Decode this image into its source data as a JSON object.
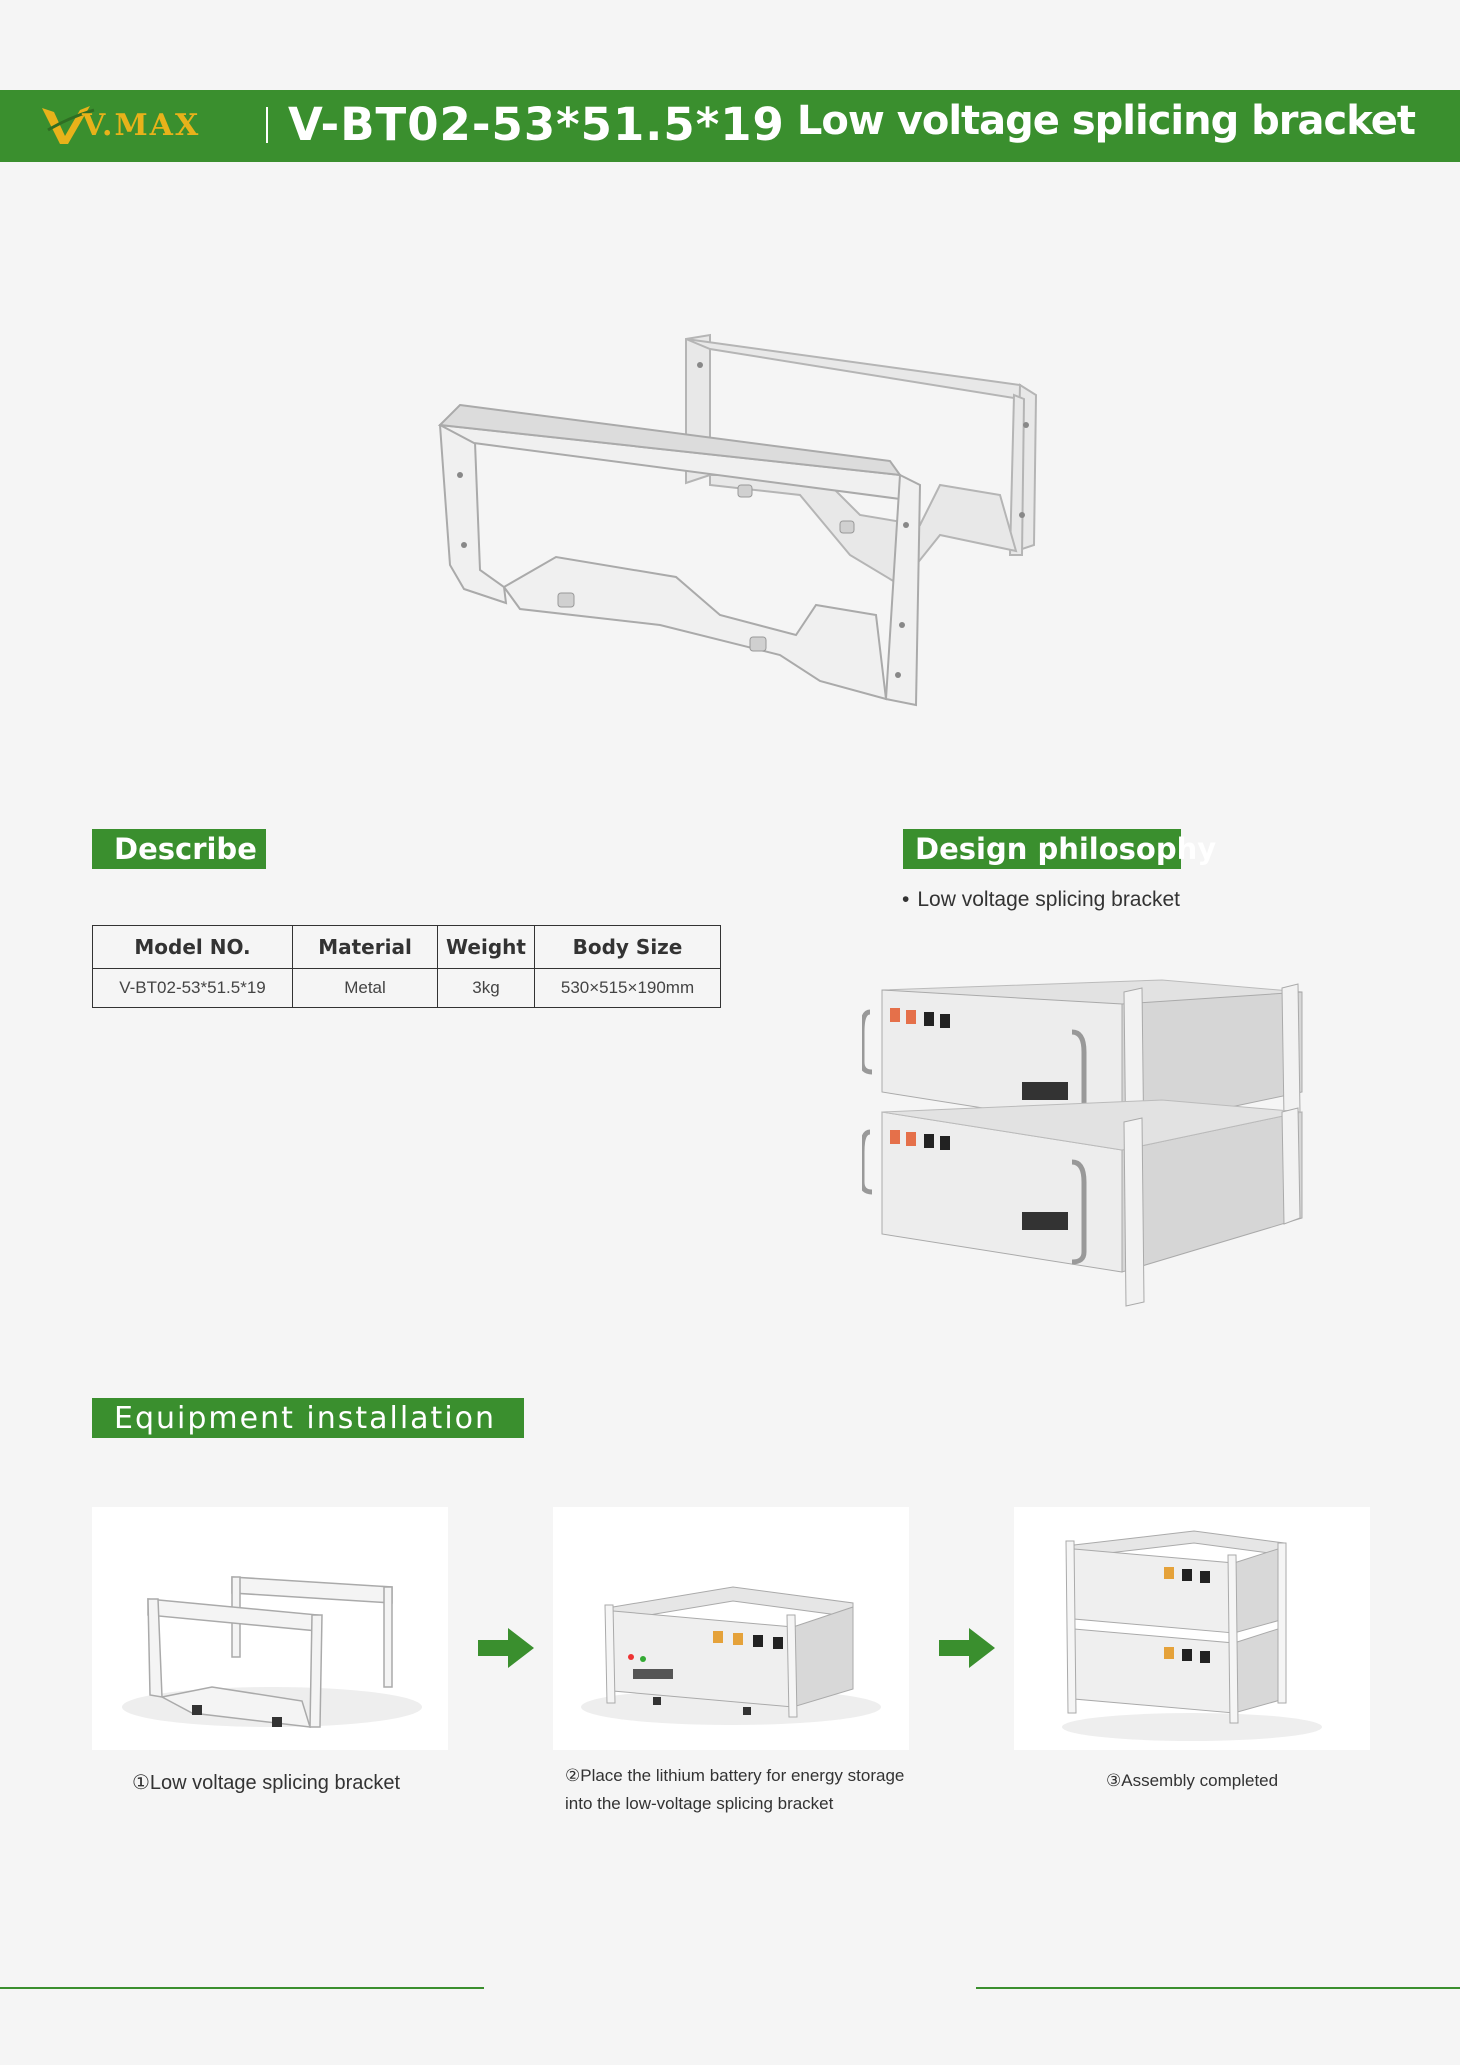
{
  "brand": {
    "logo_text": "V.MAX",
    "accent": "#3a8f2e",
    "logo_color": "#e8b21a"
  },
  "header": {
    "model": "V-BT02-53*51.5*19",
    "product": "Low voltage splicing bracket"
  },
  "describe": {
    "title": "Describe",
    "table": {
      "headers": [
        "Model NO.",
        "Material",
        "Weight",
        "Body Size"
      ],
      "row": [
        "V-BT02-53*51.5*19",
        "Metal",
        "3kg",
        "530×515×190mm"
      ]
    }
  },
  "design": {
    "title": "Design philosophy",
    "bullet": "Low voltage splicing bracket"
  },
  "installation": {
    "title": "Equipment installation",
    "steps": [
      {
        "caption": "①Low voltage splicing bracket"
      },
      {
        "caption_line1": "②Place the lithium battery for energy storage",
        "caption_line2": "into the low-voltage splicing bracket"
      },
      {
        "caption": "③Assembly completed"
      }
    ]
  },
  "icons": {
    "logo": "vmax-logo-icon",
    "arrow": "arrow-right-icon",
    "bracket": "bracket-illustration",
    "battery": "battery-illustration"
  }
}
